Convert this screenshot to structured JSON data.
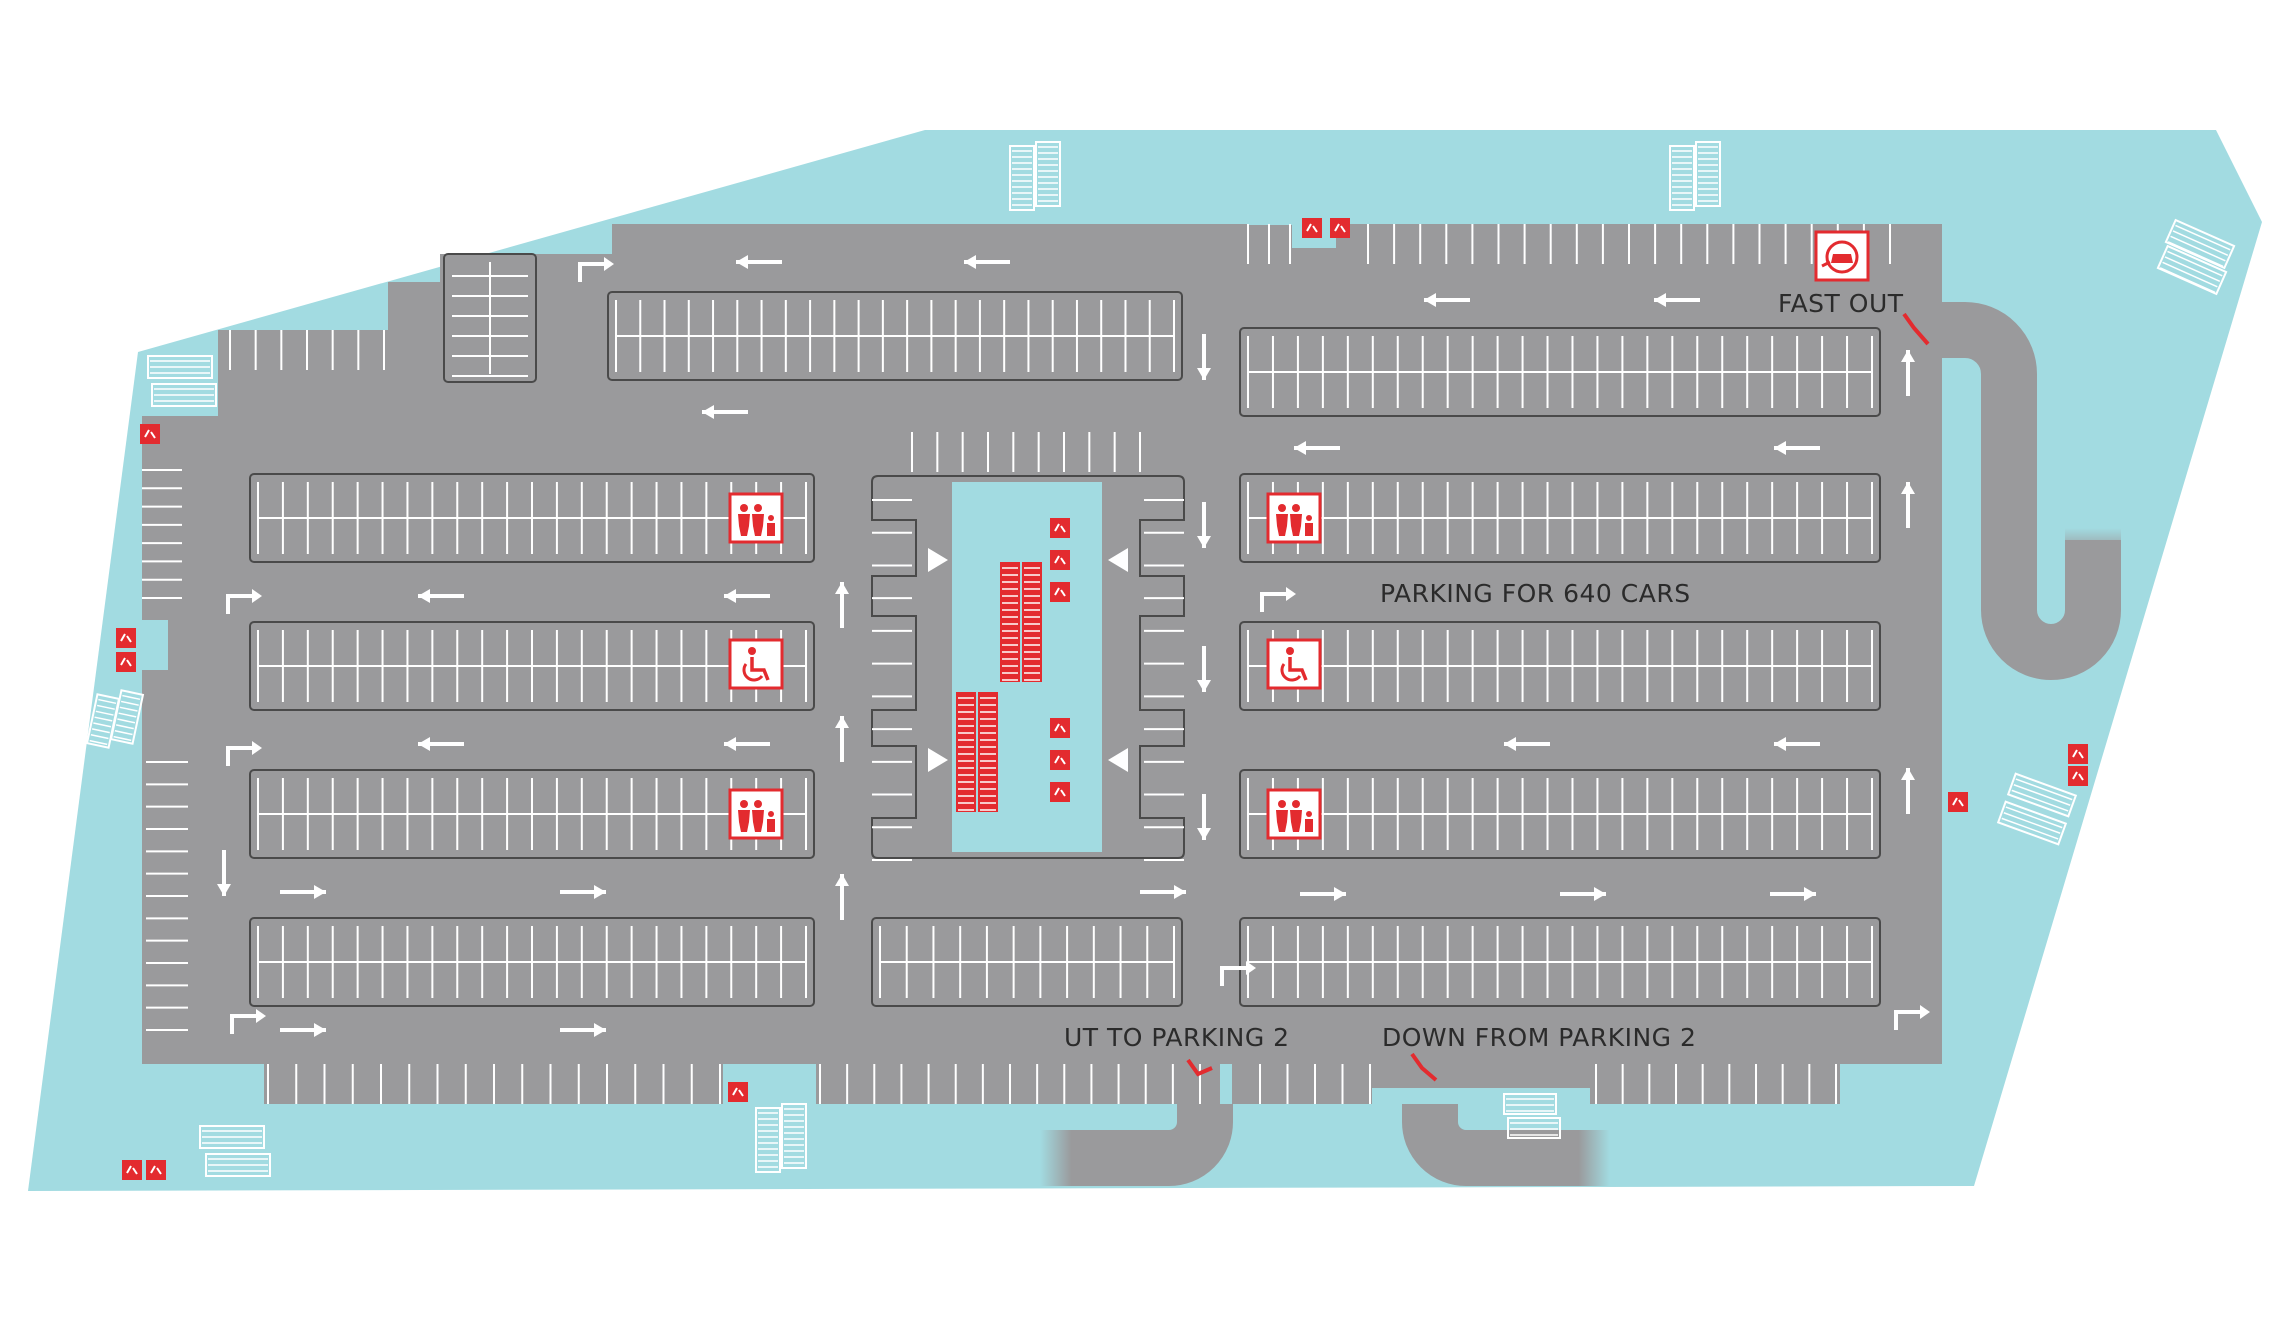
{
  "labels": {
    "fast_out": "FAST OUT",
    "parking_capacity": "PARKING FOR 640 CARS",
    "up_to_parking_2": "UT TO PARKING 2",
    "down_from_parking_2": "DOWN FROM PARKING 2"
  },
  "colors": {
    "water": "#a2dbe1",
    "asphalt": "#9a9a9c",
    "ramp_dark": "#8f8f91",
    "marking": "#ffffff",
    "accent_red": "#e32b2f",
    "label_text": "#2b2b2b"
  },
  "icons": {
    "family": "family-icon",
    "wheelchair": "wheelchair-icon",
    "ev_charging": "ev-charging-car-icon",
    "escalator": "escalator-icon",
    "direction_arrow": "direction-arrow-icon"
  }
}
